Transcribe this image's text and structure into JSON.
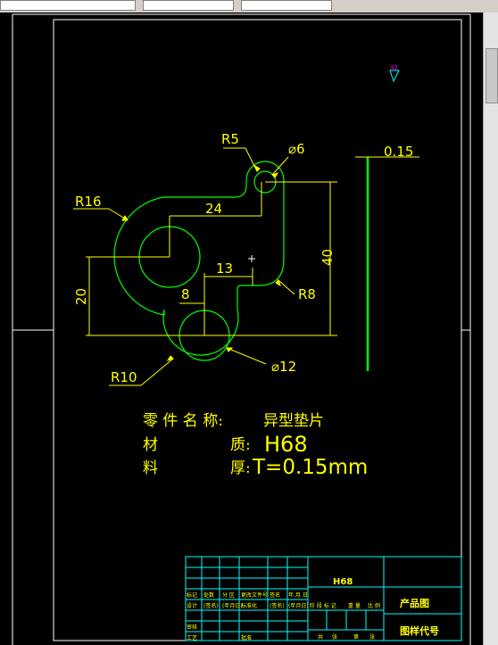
{
  "toolbar": {
    "fields": [
      "",
      "",
      ""
    ]
  },
  "dims": {
    "r5": "R5",
    "d6": "⌀6",
    "t015": "0.15",
    "r16": "R16",
    "d24": "24",
    "d40": "40",
    "d13": "13",
    "d20": "20",
    "d8": "8",
    "r8": "R8",
    "r10": "R10",
    "d12": "⌀12"
  },
  "notes": {
    "name_label": "零 件 名 称:",
    "name_value": "异型垫片",
    "mat_label_1": "材",
    "mat_label_2": "质:",
    "mat_value": "H68",
    "thk_label_1": "料",
    "thk_label_2": "厚:",
    "thk_value": "T=0.15mm"
  },
  "title_block": {
    "material": "H68",
    "product_drawing": "产品图",
    "drawing_code": "图样代号",
    "small_labels": [
      "标记",
      "处数",
      "分 区",
      "更改文件号",
      "签名",
      "年.月.日",
      "设计",
      "(签名)",
      "(年月日)",
      "标准化",
      "(签名)",
      "(年月日)",
      "审核",
      "工艺",
      "批准"
    ],
    "stage_labels": [
      "阶 段 标 记",
      "重 量",
      "比 例"
    ],
    "sheet_labels": [
      "共",
      "张",
      "第",
      "张"
    ]
  },
  "colors": {
    "drawing_line": "#00ff00",
    "dimension": "#ffff00",
    "frame": "#ffffff",
    "titleblock": "#00ffff",
    "marker": "#ff00ff"
  },
  "icons": {
    "ucs_marker": "ucs-triangle-icon",
    "cursor": "crosshair-icon"
  }
}
